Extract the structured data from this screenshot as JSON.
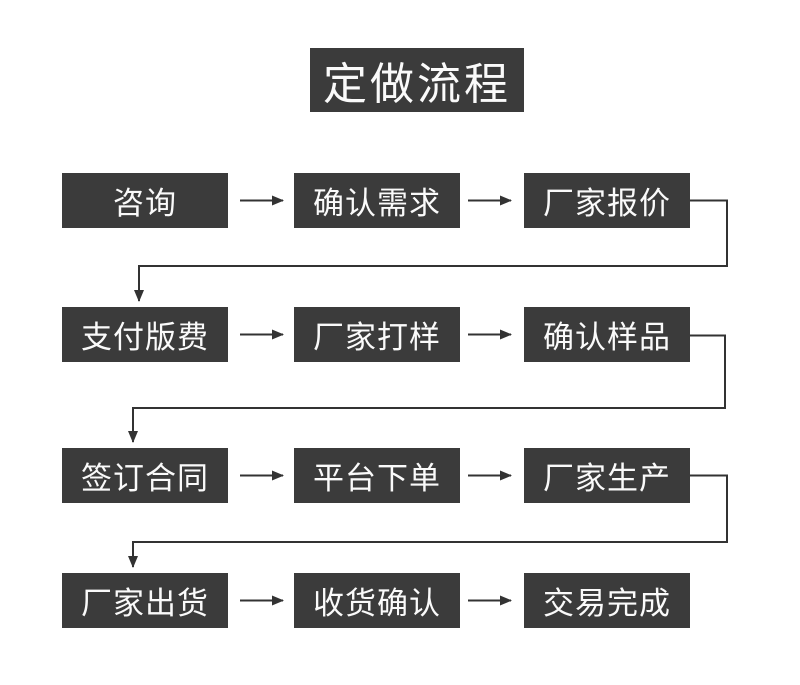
{
  "title": "定做流程",
  "colors": {
    "box_bg": "#3b3b3b",
    "box_text": "#fafafa",
    "arrow": "#333333",
    "background": "#ffffff"
  },
  "flow": {
    "rows": [
      {
        "steps": [
          "咨询",
          "确认需求",
          "厂家报价"
        ]
      },
      {
        "steps": [
          "支付版费",
          "厂家打样",
          "确认样品"
        ]
      },
      {
        "steps": [
          "签订合同",
          "平台下单",
          "厂家生产"
        ]
      },
      {
        "steps": [
          "厂家出货",
          "收货确认",
          "交易完成"
        ]
      }
    ]
  }
}
